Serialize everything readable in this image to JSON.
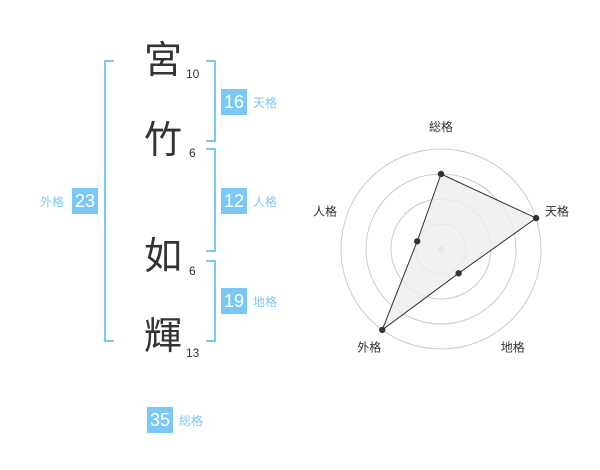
{
  "name": {
    "chars": [
      {
        "char": "宮",
        "strokes": "10"
      },
      {
        "char": "竹",
        "strokes": "6"
      },
      {
        "char": "如",
        "strokes": "6"
      },
      {
        "char": "輝",
        "strokes": "13"
      }
    ]
  },
  "kakusu": {
    "tenkaku": {
      "value": "16",
      "label": "天格"
    },
    "jinkaku": {
      "value": "12",
      "label": "人格"
    },
    "chikaku": {
      "value": "19",
      "label": "地格"
    },
    "gaikaku": {
      "value": "23",
      "label": "外格"
    },
    "soukaku": {
      "value": "35",
      "label": "総格"
    }
  },
  "chart_data": {
    "type": "radar",
    "axes": [
      "総格",
      "天格",
      "地格",
      "外格",
      "人格"
    ],
    "values": [
      0.75,
      1.0,
      0.3,
      1.0,
      0.25
    ],
    "rings": 4,
    "colors": {
      "ring": "#cccccc",
      "fill": "#eeeeee",
      "line": "#333333",
      "point": "#333333",
      "center": "#cccccc"
    }
  },
  "colors": {
    "accent": "#7cc8f4",
    "text": "#333333"
  }
}
